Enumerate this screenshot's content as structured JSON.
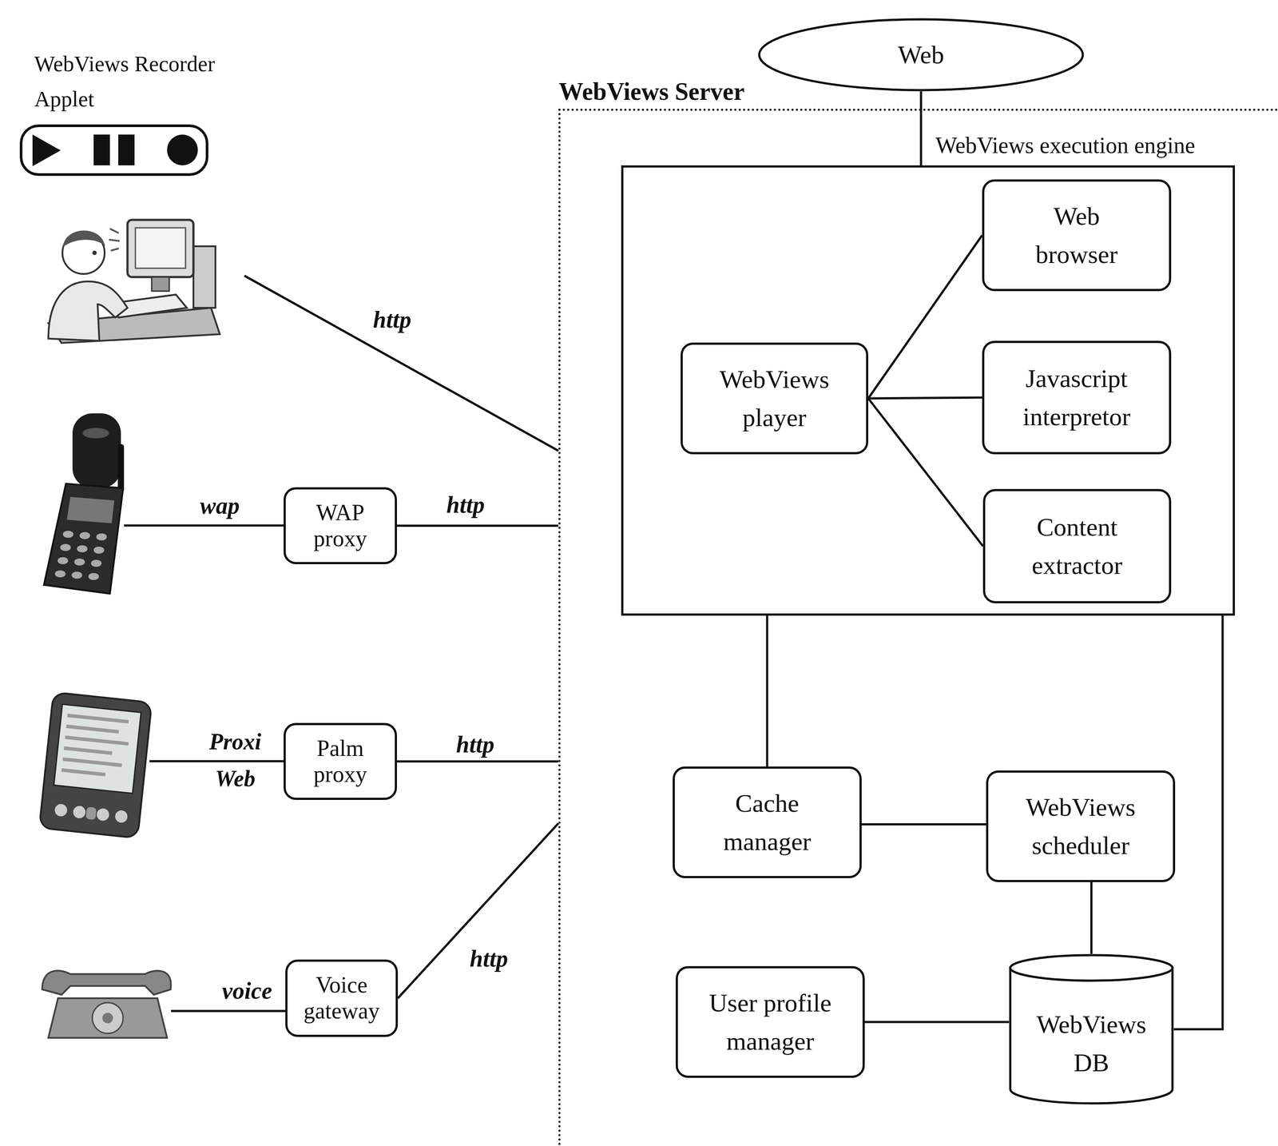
{
  "diagram": {
    "nodes": [
      {
        "text": [
          "Web"
        ]
      },
      {
        "text": [
          "WebViews Server"
        ]
      },
      {
        "text": [
          "WebViews execution engine"
        ],
        "in": 1
      },
      {
        "text": [
          "WebViews player"
        ],
        "in": 2
      },
      {
        "text": [
          "Web browser"
        ],
        "in": 2
      },
      {
        "text": [
          "Javascript interpretor"
        ],
        "in": 2
      },
      {
        "text": [
          "Content extractor"
        ],
        "in": 2
      },
      {
        "text": [
          "Cache manager"
        ],
        "in": 1
      },
      {
        "text": [
          "WebViews scheduler"
        ],
        "in": 1
      },
      {
        "text": [
          "User profile manager"
        ],
        "in": 1
      },
      {
        "text": [
          "WebViews DB"
        ],
        "in": 1
      },
      {
        "text": [
          "WAP proxy"
        ]
      },
      {
        "text": [
          "Palm proxy"
        ]
      },
      {
        "text": [
          "Voice gateway"
        ]
      }
    ],
    "edges": [
      {
        "from": 0,
        "to": 2,
        "arrow": "none"
      },
      {
        "from": 3,
        "to": 4,
        "arrow": "none"
      },
      {
        "from": 3,
        "to": 5,
        "arrow": "none"
      },
      {
        "from": 3,
        "to": 6,
        "arrow": "none"
      },
      {
        "from": 2,
        "to": 7,
        "arrow": "none"
      },
      {
        "from": 7,
        "to": 8,
        "arrow": "none"
      },
      {
        "from": 8,
        "to": 10,
        "arrow": "none"
      },
      {
        "from": 9,
        "to": 10,
        "arrow": "none"
      },
      {
        "from": 2,
        "to": 10,
        "arrow": "none"
      },
      {
        "from": 11,
        "to": 1,
        "label": "http",
        "arrow": "none"
      },
      {
        "from": 12,
        "to": 1,
        "label": "http",
        "arrow": "none"
      },
      {
        "from": 13,
        "to": 1,
        "label": "http",
        "arrow": "none"
      }
    ],
    "labels": [
      "WebViews Recorder Applet",
      "http",
      "wap",
      "Proxi Web",
      "voice"
    ]
  }
}
